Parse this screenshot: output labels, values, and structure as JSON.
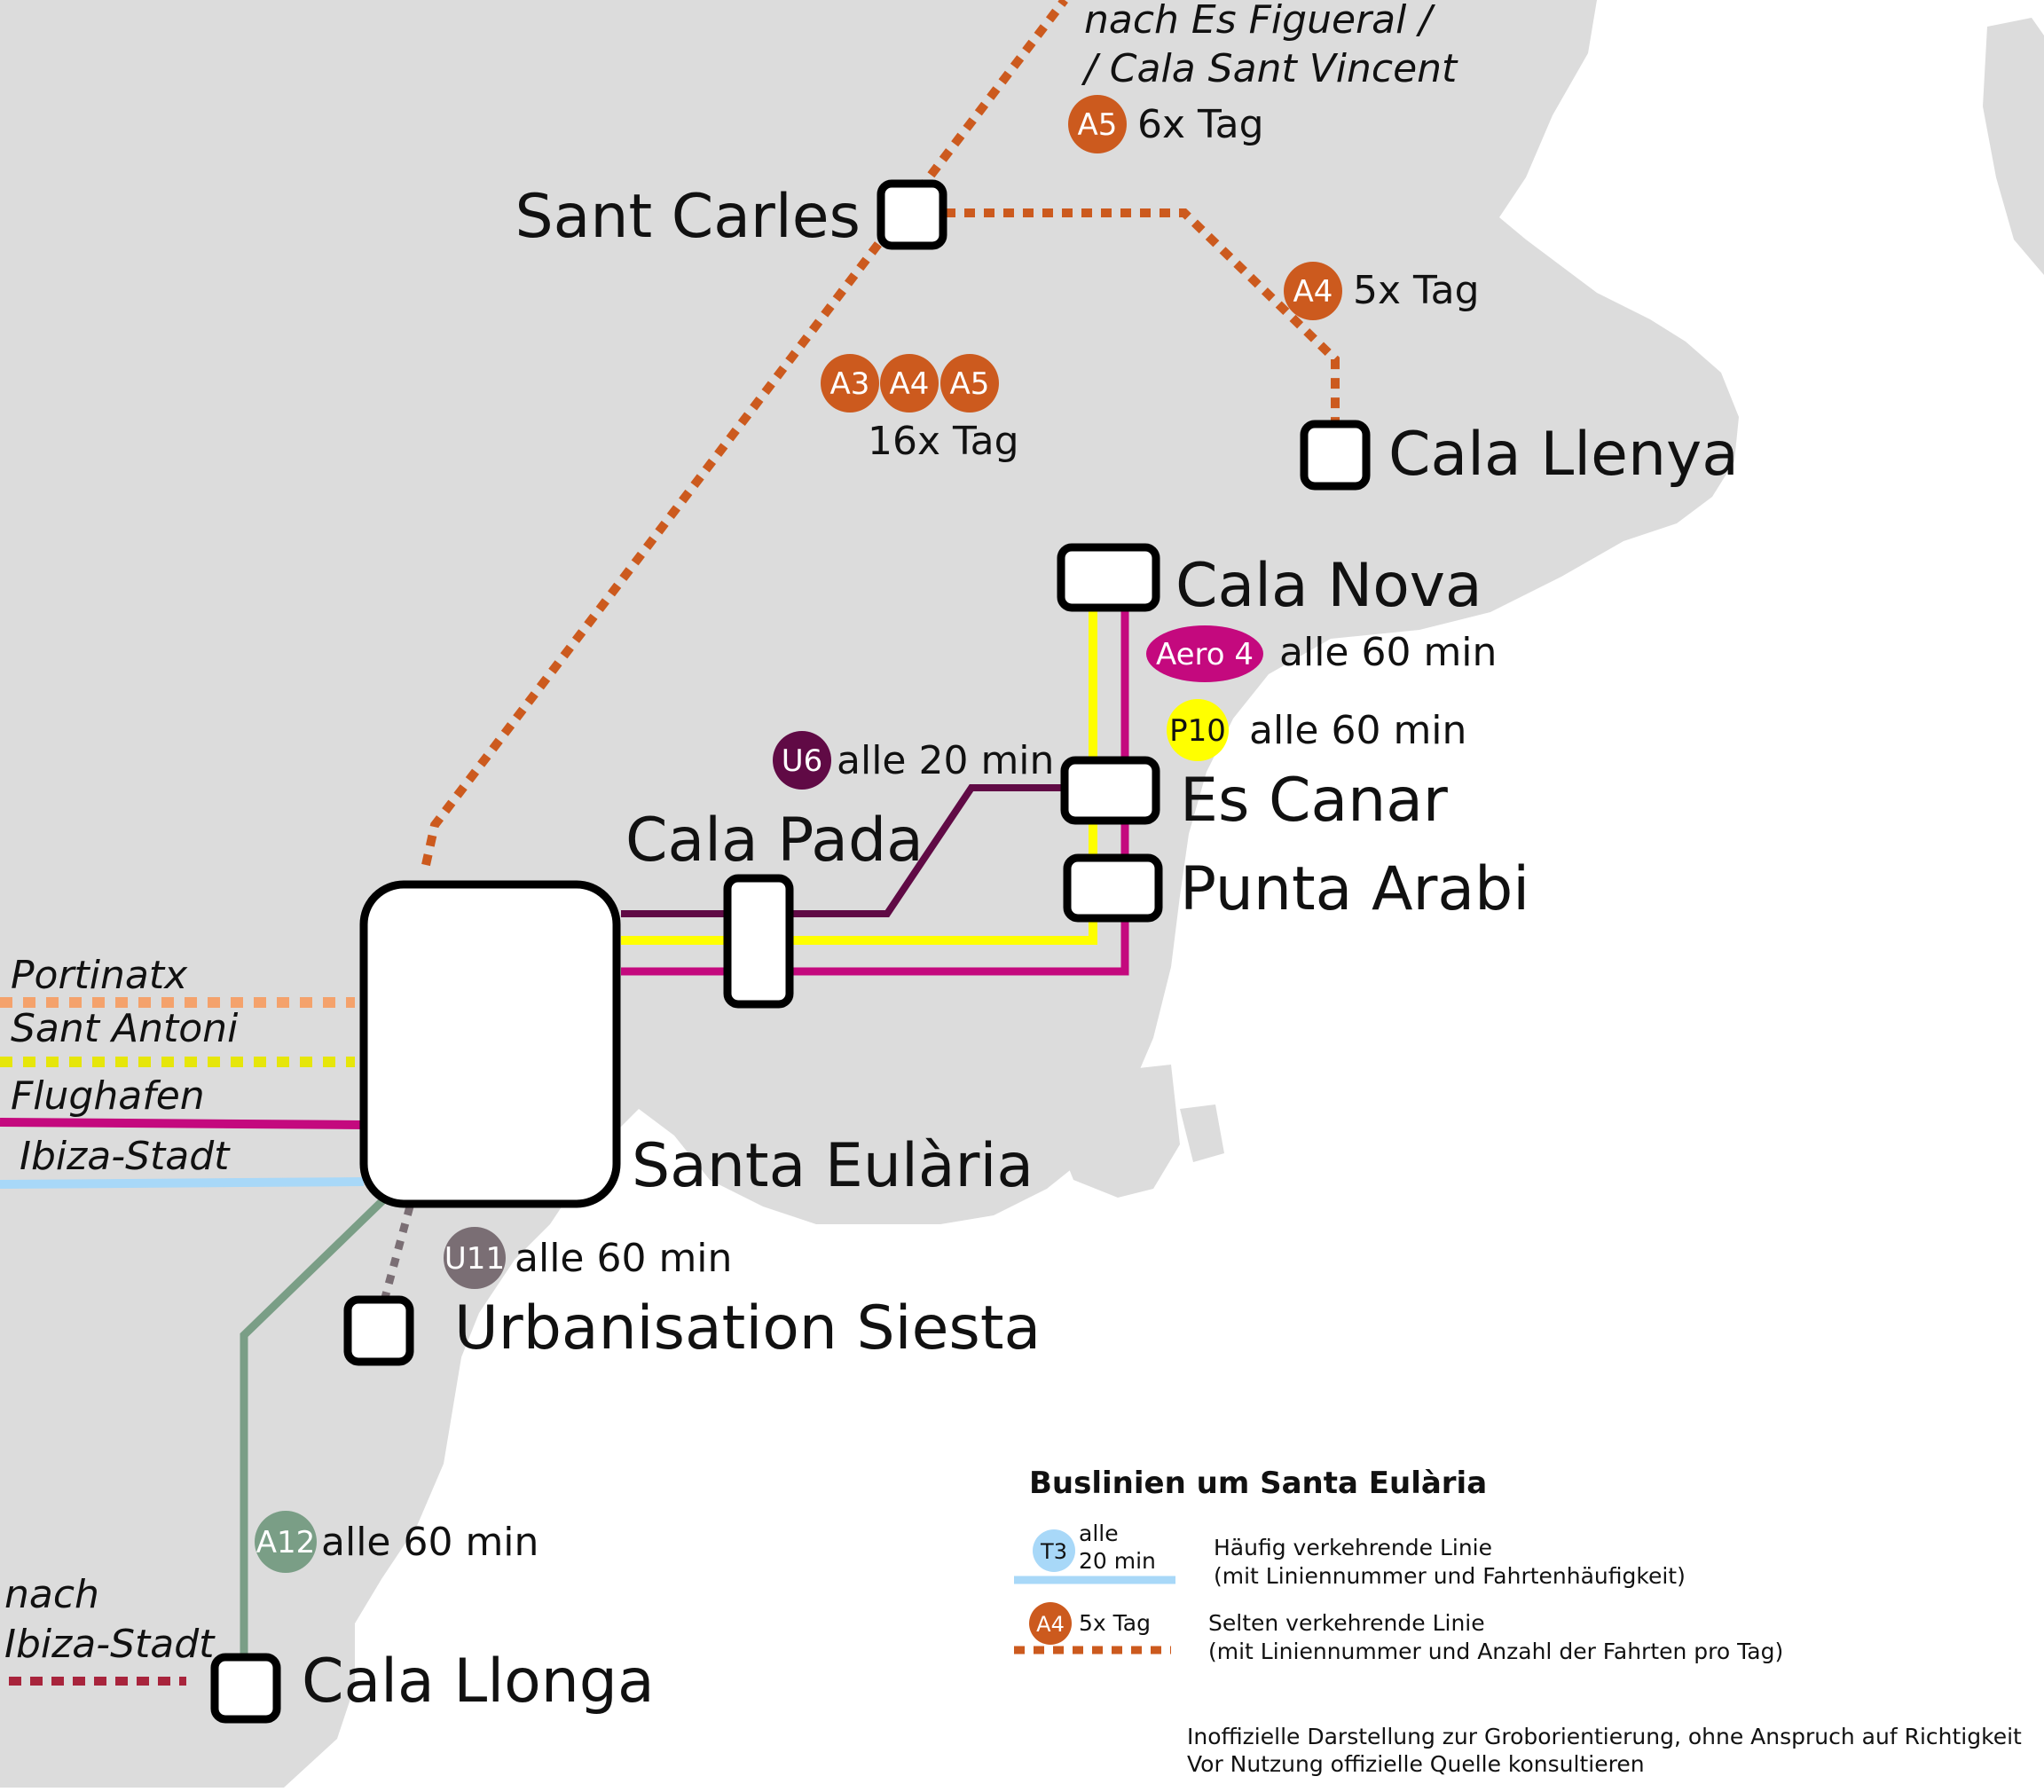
{
  "stations": {
    "sant_carles": "Sant Carles",
    "cala_llenya": "Cala Llenya",
    "cala_nova": "Cala Nova",
    "es_canar": "Es Canar",
    "punta_arabi": "Punta Arabi",
    "cala_pada": "Cala Pada",
    "santa_eularia": "Santa Eulària",
    "urbanisation_siesta": "Urbanisation Siesta",
    "cala_llonga": "Cala Llonga"
  },
  "destinations": {
    "es_figueral_1": "nach Es Figueral /",
    "es_figueral_2": "/ Cala Sant Vincent",
    "portinatx": "Portinatx",
    "sant_antoni": "Sant Antoni",
    "flughafen": "Flughafen",
    "ibiza_stadt": "Ibiza-Stadt",
    "nach": "nach",
    "ibiza_stadt_2": "Ibiza-Stadt"
  },
  "lines": {
    "a5": {
      "label": "A5",
      "freq": "6x Tag",
      "color": "#cc5a1e"
    },
    "a4": {
      "label": "A4",
      "freq": "5x Tag",
      "color": "#cc5a1e"
    },
    "a3": {
      "label": "A3"
    },
    "a345_freq": "16x Tag",
    "aero4": {
      "label": "Aero 4",
      "freq": "alle 60 min",
      "color": "#c4097e"
    },
    "p10": {
      "label": "P10",
      "freq": "alle 60 min",
      "color": "#ffff00"
    },
    "u6": {
      "label": "U6",
      "freq": "alle 20 min",
      "color": "#600a45"
    },
    "u11": {
      "label": "U11",
      "freq": "alle 60 min",
      "color": "#7a6e74"
    },
    "a12": {
      "label": "A12",
      "freq": "alle 60 min",
      "color": "#7a9e86"
    }
  },
  "legend": {
    "title": "Buslinien um Santa Eulària",
    "t3_label": "T3",
    "t3_freq_1": "alle",
    "t3_freq_2": "20 min",
    "frequent_1": "Häufig verkehrende Linie",
    "frequent_2": "(mit Liniennummer und Fahrtenhäufigkeit)",
    "a4_label": "A4",
    "a4_freq": "5x Tag",
    "rare_1": "Selten verkehrende Linie",
    "rare_2": "(mit Liniennummer und Anzahl der Fahrten pro Tag)"
  },
  "disclaimer": {
    "line1": "Inoffizielle Darstellung zur Groborientierung, ohne Anspruch auf Richtigkeit",
    "line2": "Vor Nutzung offizielle Quelle konsultieren"
  },
  "colors": {
    "land": "#dcdcdc",
    "sea": "#ffffff",
    "portinatx": "#f4a26c",
    "sant_antoni": "#e6e60a",
    "flughafen": "#c4097e",
    "ibiza_stadt": "#a8d8f8",
    "ibiza_stadt_rare": "#a8243c",
    "t3": "#a8d8f8"
  }
}
